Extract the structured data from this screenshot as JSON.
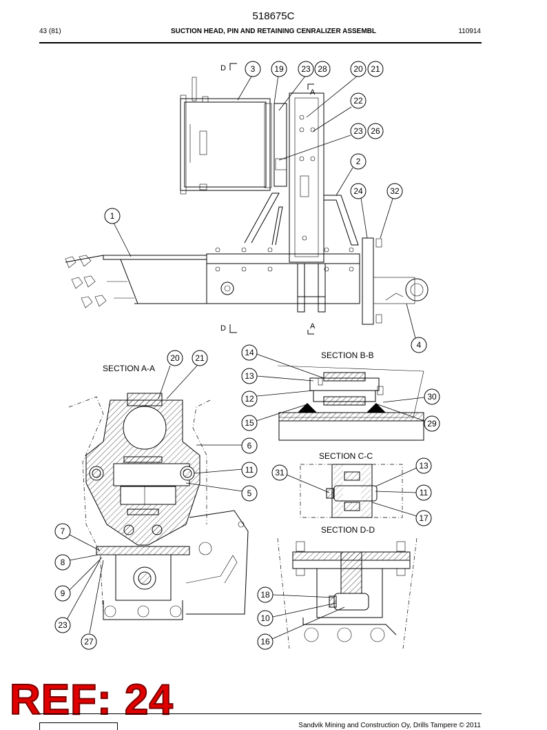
{
  "header": {
    "doc_number": "518675C",
    "page": "43 (81)",
    "title": "SUCTION HEAD, PIN AND RETAINING CENRALIZER ASSEMBL",
    "date_code": "110914"
  },
  "section_labels": {
    "aa": "SECTION A-A",
    "bb": "SECTION B-B",
    "cc": "SECTION C-C",
    "dd": "SECTION D-D"
  },
  "view_letters": {
    "d": "D",
    "a": "A"
  },
  "callouts": {
    "c1": "1",
    "c2": "2",
    "c3": "3",
    "c4": "4",
    "c5": "5",
    "c6": "6",
    "c7": "7",
    "c8": "8",
    "c9": "9",
    "c10": "10",
    "c11": "11",
    "c12": "12",
    "c13": "13",
    "c14": "14",
    "c15": "15",
    "c16": "16",
    "c17": "17",
    "c18": "18",
    "c19": "19",
    "c20": "20",
    "c21": "21",
    "c22": "22",
    "c23": "23",
    "c24": "24",
    "c26": "26",
    "c27": "27",
    "c28": "28",
    "c29": "29",
    "c30": "30",
    "c31": "31",
    "c32": "32"
  },
  "stamp": "REF: 24",
  "footer": {
    "copyright": "Sandvik Mining and Construction Oy, Drills Tampere © 2011"
  }
}
